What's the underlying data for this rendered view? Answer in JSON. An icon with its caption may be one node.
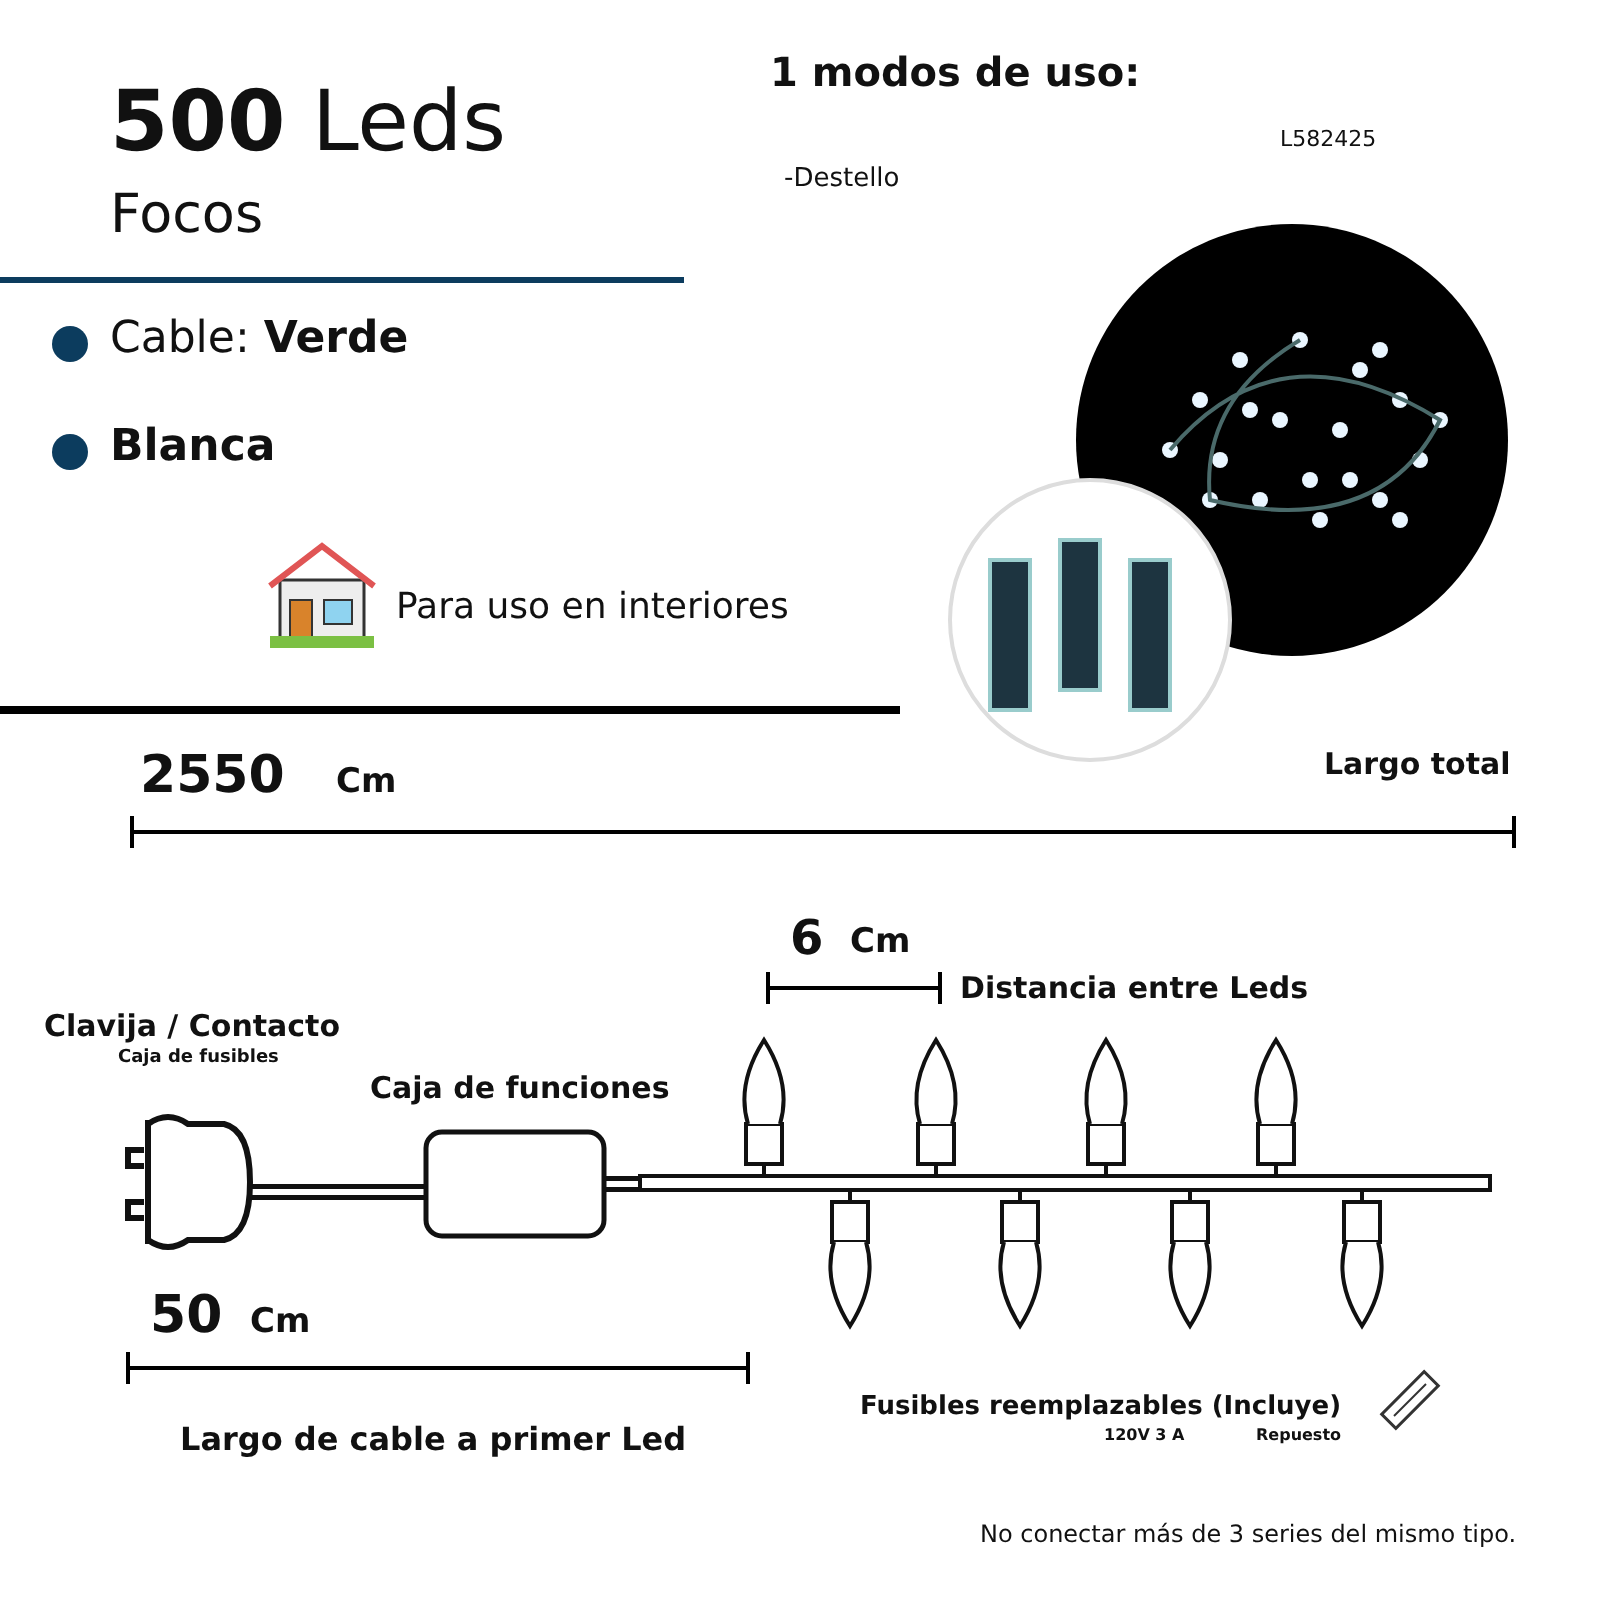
{
  "diagram": {
    "nodes": [
      {
        "text": [
          "Clavija / Contacto",
          "Caja de fusibles"
        ]
      },
      {
        "text": [
          "Caja de funciones"
        ]
      },
      {
        "text": [],
        "shape": "picture"
      }
    ],
    "edges": [
      {
        "from": 0,
        "to": 1,
        "arrow": "none"
      },
      {
        "from": 1,
        "to": 2,
        "arrow": "none"
      }
    ],
    "labels": [
      "**500** Leds",
      "Focos",
      "Cable: **Verde**",
      "Blanca",
      "Para uso en interiores",
      "1 modos de uso:",
      "L582425",
      "-Destello",
      "2550",
      "Cm",
      "Largo total",
      "6",
      "Cm",
      "Distancia entre Leds",
      "50",
      "Cm",
      "Largo de cable a primer Led",
      "Fusibles reemplazables (Incluye)",
      "120V 3 A",
      "Repuesto",
      "No conectar más de 3 series del mismo tipo."
    ]
  }
}
